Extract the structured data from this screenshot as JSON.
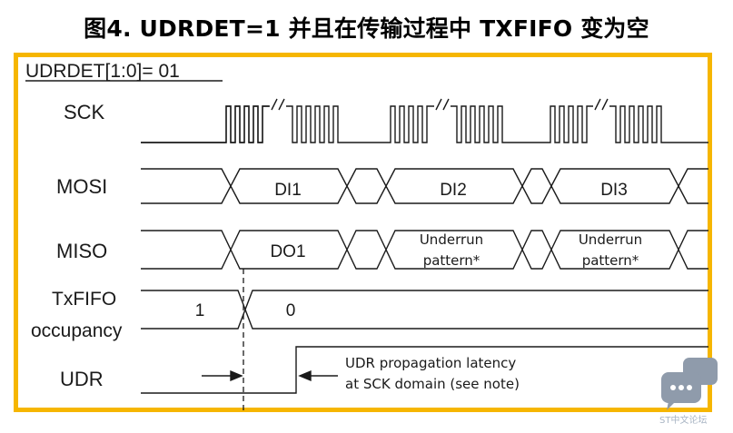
{
  "title": "图4. UDRDET=1 并且在传输过程中 TXFIFO 变为空",
  "config_label": "UDRDET[1:0]= 01",
  "signals": {
    "sck": "SCK",
    "mosi": "MOSI",
    "miso": "MISO",
    "txfifo_line1": "TxFIFO",
    "txfifo_line2": "occupancy",
    "udr": "UDR"
  },
  "mosi_cells": [
    "DI1",
    "DI2",
    "DI3"
  ],
  "miso_cells": {
    "first": "DO1",
    "underrun_line1": "Underrun",
    "underrun_line2": "pattern*"
  },
  "txfifo_values": [
    "1",
    "0"
  ],
  "udr_note": {
    "line1": "UDR propagation latency",
    "line2": "at SCK domain (see note)"
  },
  "watermark": "ST中文论坛",
  "colors": {
    "frame": "#f6b600",
    "line": "#1a1a1a",
    "watermark": "#a9b5c4"
  }
}
